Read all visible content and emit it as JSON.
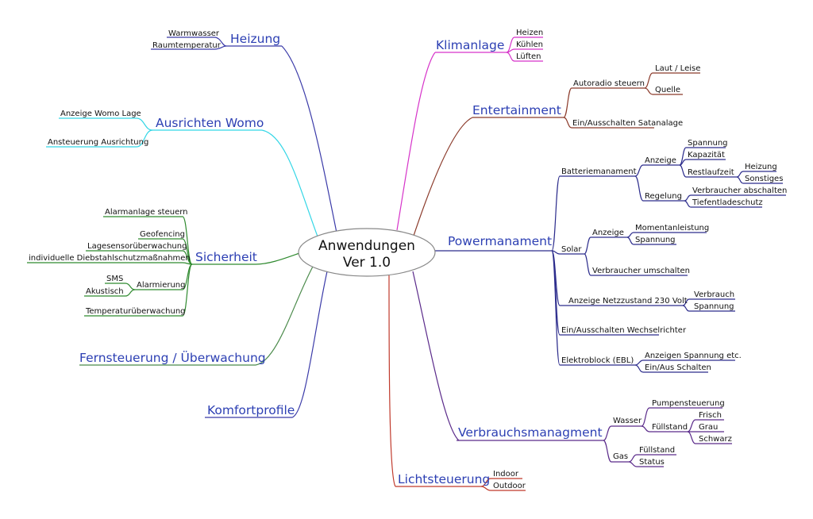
{
  "center": {
    "line1": "Anwendungen",
    "line2": "Ver 1.0"
  },
  "branches": {
    "heizung": {
      "label": "Heizung",
      "color": "#3a3aa8",
      "items": [
        "Warmwasser",
        "Raumtemperatur"
      ]
    },
    "ausrichten": {
      "label": "Ausrichten Womo",
      "color": "#33d6e6",
      "items": [
        "Anzeige Womo Lage",
        "Ansteuerung Ausrichtung"
      ]
    },
    "sicherheit": {
      "label": "Sicherheit",
      "color": "#2f8a2f",
      "items": [
        "Alarmanlage steuern",
        "Geofencing",
        "Lagesensorüberwachung",
        "individuelle Diebstahlschutzmaßnahmen",
        "Alarmierung",
        "SMS",
        "Akustisch",
        "Temperaturüberwachung"
      ]
    },
    "fernsteuerung": {
      "label": "Fernsteuerung / Überwachung",
      "color": "#4a8a4a"
    },
    "komfort": {
      "label": "Komfortprofile",
      "color": "#3a3aa8"
    },
    "licht": {
      "label": "Lichtsteuerung",
      "color": "#c0392b",
      "items": [
        "Indoor",
        "Outdoor"
      ]
    },
    "verbrauch": {
      "label": "Verbrauchsmanagment",
      "color": "#5a2a8a",
      "items": [
        "Wasser",
        "Pumpensteuerung",
        "Füllstand",
        "Frisch",
        "Grau",
        "Schwarz",
        "Gas",
        "Füllstand",
        "Status"
      ]
    },
    "power": {
      "label": "Powermanament",
      "color": "#2c2c8c",
      "items": [
        "Batteriemanament",
        "Anzeige",
        "Spannung",
        "Kapazität",
        "Restlaufzeit",
        "Heizung",
        "Sonstiges",
        "Regelung",
        "Verbraucher abschalten",
        "Tiefentladeschutz",
        "Solar",
        "Anzeige",
        "Momentanleistung",
        "Spannung",
        "Verbraucher umschalten",
        "Anzeige Netzzustand 230 Volt",
        "Verbrauch",
        "Spannung",
        "Ein/Ausschalten Wechselrichter",
        "Elektroblock (EBL)",
        "Anzeigen Spannung etc.",
        "Ein/Aus Schalten"
      ]
    },
    "entertainment": {
      "label": "Entertainment",
      "color": "#8b3a2a",
      "items": [
        "Autoradio steuern",
        "Laut / Leise",
        "Quelle",
        "Ein/Ausschalten Satanalage"
      ]
    },
    "klima": {
      "label": "Klimanlage",
      "color": "#d633c9",
      "items": [
        "Heizen",
        "Kühlen",
        "Lüften"
      ]
    }
  }
}
